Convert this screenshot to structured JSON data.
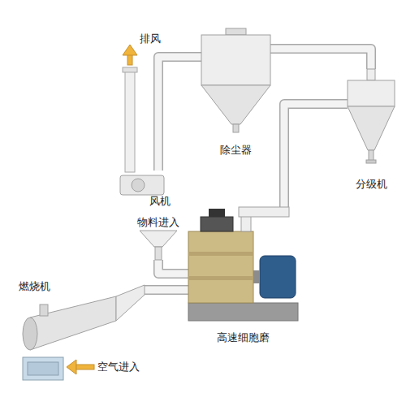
{
  "diagram": {
    "nodes": [
      {
        "text": [
          "除尘器"
        ]
      },
      {
        "text": [
          "风机"
        ]
      },
      {
        "text": [
          "分级机"
        ]
      },
      {
        "text": [
          "物料进入"
        ]
      },
      {
        "text": [
          "燃烧机"
        ]
      },
      {
        "text": [
          "高速细胞磨"
        ]
      }
    ],
    "edges": [
      {
        "from": 4,
        "to": 5,
        "arrow": "none"
      },
      {
        "from": 3,
        "to": 5,
        "arrow": "none"
      },
      {
        "from": 5,
        "to": 2,
        "arrow": "none"
      },
      {
        "from": 2,
        "to": 0,
        "arrow": "none"
      },
      {
        "from": 0,
        "to": 1,
        "arrow": "none"
      }
    ],
    "labels": [
      "排风",
      "空气进入"
    ]
  }
}
